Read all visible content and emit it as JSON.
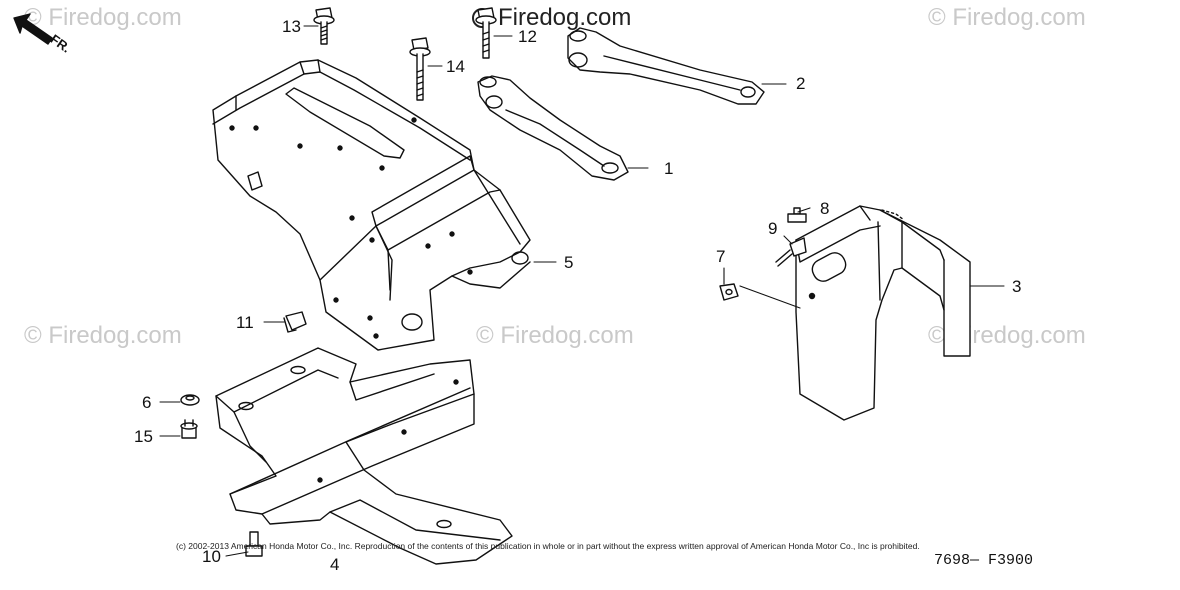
{
  "watermarks": {
    "main": "Firedog.com",
    "repeat": "© Firedog.com"
  },
  "direction_label": "FR.",
  "callouts": {
    "p1": "1",
    "p2": "2",
    "p3": "3",
    "p4": "4",
    "p5": "5",
    "p6": "6",
    "p7": "7",
    "p8": "8",
    "p9": "9",
    "p10": "10",
    "p11": "11",
    "p12": "12",
    "p13": "13",
    "p14": "14",
    "p15": "15"
  },
  "copyright": "(c) 2002-2013 American Honda Motor Co., Inc. Reproduction of the contents of this publication in whole or in part without the express written approval of American Honda Motor Co., Inc is prohibited.",
  "diagram_code": "7698— F3900"
}
